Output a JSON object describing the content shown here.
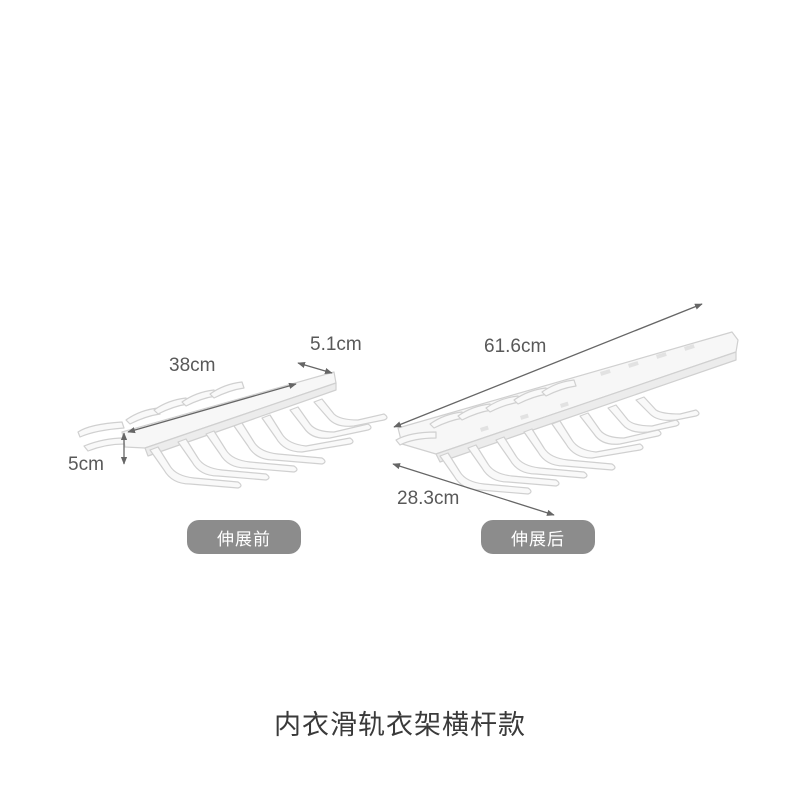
{
  "colors": {
    "background": "#ffffff",
    "product": "#f7f7f7",
    "product_edge": "#d2d2d2",
    "dimension_line": "#666666",
    "pill_bg": "#8c8c8c",
    "pill_text": "#ffffff",
    "title_text": "#3a3a3a"
  },
  "before": {
    "width_label": "38cm",
    "depth_label": "5.1cm",
    "height_label": "5cm",
    "state_label": "伸展前"
  },
  "after": {
    "extended_label": "61.6cm",
    "base_label": "28.3cm",
    "state_label": "伸展后"
  },
  "title": "内衣滑轨衣架横杆款"
}
